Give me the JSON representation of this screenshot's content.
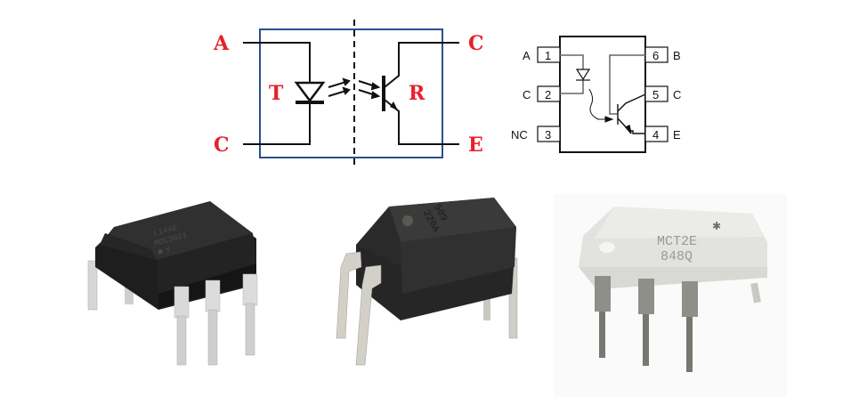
{
  "schematic_left": {
    "title": "Optocoupler equivalent circuit",
    "labels": {
      "anode": "A",
      "cathode": "C",
      "collector": "C",
      "emitter": "E",
      "transmitter": "T",
      "receiver": "R"
    },
    "colors": {
      "label": "#e8202a",
      "box": "#2b4f8f",
      "wire": "#111111"
    }
  },
  "schematic_right": {
    "title": "6-pin package pinout",
    "pins": [
      {
        "number": "1",
        "name": "A"
      },
      {
        "number": "2",
        "name": "C"
      },
      {
        "number": "3",
        "name": "NC"
      },
      {
        "number": "4",
        "name": "E"
      },
      {
        "number": "5",
        "name": "C"
      },
      {
        "number": "6",
        "name": "B"
      }
    ]
  },
  "chips": [
    {
      "name": "black-dip6-chip",
      "marking_line1": "L1446",
      "marking_line2": "MOC3021",
      "marking_line3": "Y",
      "body_color": "#2a2a2a"
    },
    {
      "name": "black-dip4-chip",
      "marking_line1": "509",
      "marking_line2": "220A",
      "body_color": "#2d2d2d"
    },
    {
      "name": "white-dip6-chip",
      "marking_line1": "MCT2E",
      "marking_line2": "848Q",
      "body_color": "#e4e4e0"
    }
  ]
}
